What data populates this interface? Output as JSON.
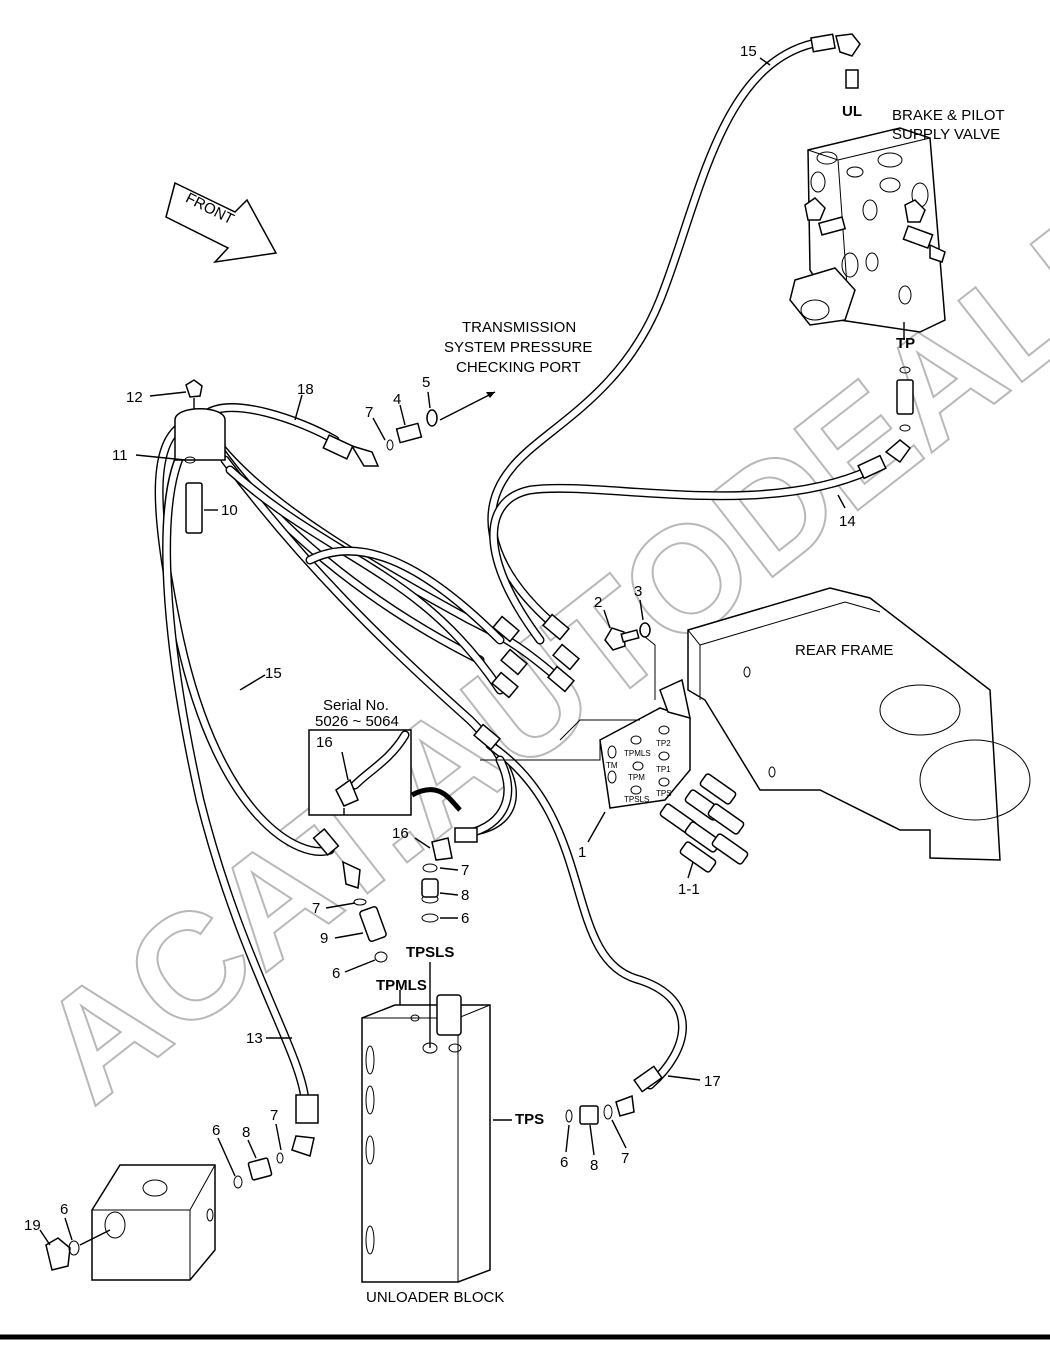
{
  "labels": {
    "front": "FRONT",
    "brake_pilot_line1": "BRAKE & PILOT",
    "brake_pilot_line2": "SUPPLY VALVE",
    "transmission_line1": "TRANSMISSION",
    "transmission_line2": "SYSTEM PRESSURE",
    "transmission_line3": "CHECKING PORT",
    "rear_frame": "REAR FRAME",
    "unloader_block": "UNLOADER BLOCK",
    "serial_line1": "Serial No.",
    "serial_line2": "5026 ~ 5064",
    "port_ul": "UL",
    "port_tp": "TP",
    "port_tpsls": "TPSLS",
    "port_tpmls": "TPMLS",
    "port_tps": "TPS",
    "plate_tpmls": "TPMLS",
    "plate_tp2": "TP2",
    "plate_tm": "TM",
    "plate_tpm": "TPM",
    "plate_tp1": "TP1",
    "plate_tpsls": "TPSLS",
    "plate_tps": "TPS"
  },
  "callouts": {
    "c15_top": "15",
    "c15_left": "15",
    "c14": "14",
    "c12": "12",
    "c11": "11",
    "c10": "10",
    "c18": "18",
    "c7_a": "7",
    "c4": "4",
    "c5": "5",
    "c2": "2",
    "c3": "3",
    "c1": "1",
    "c1_1": "1-1",
    "c16_inset": "16",
    "c16": "16",
    "c7_b": "7",
    "c8_a": "8",
    "c6_a": "6",
    "c7_c": "7",
    "c9": "9",
    "c6_b": "6",
    "c13": "13",
    "c17": "17",
    "c6_c": "6",
    "c8_b": "8",
    "c7_d": "7",
    "c6_d": "6",
    "c8_c": "8",
    "c7_e": "7",
    "c19": "19",
    "c6_e": "6"
  },
  "watermark": "ACAT.AUTODEALER.RU"
}
